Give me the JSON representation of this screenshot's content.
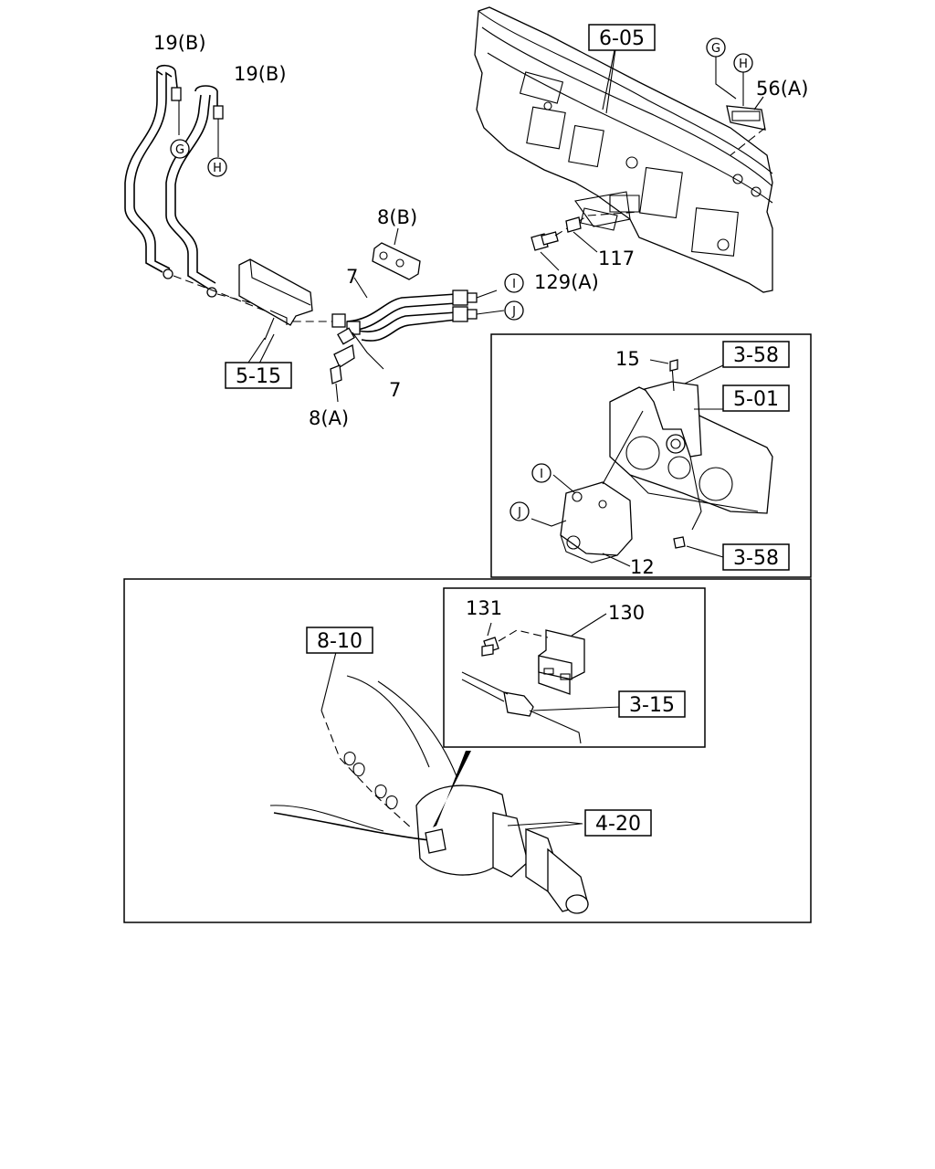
{
  "labels": {
    "p19b_1": "19(B)",
    "p19b_2": "19(B)",
    "p56a": "56(A)",
    "p8b": "8(B)",
    "p7_top": "7",
    "p7_bottom": "7",
    "p117": "117",
    "p129a": "129(A)",
    "p8a": "8(A)",
    "p15": "15",
    "p12": "12",
    "p131": "131",
    "p130": "130"
  },
  "refs": {
    "r605": "6-05",
    "r515": "5-15",
    "r358_top": "3-58",
    "r501": "5-01",
    "r358_bottom": "3-58",
    "r810": "8-10",
    "r315": "3-15",
    "r420": "4-20"
  },
  "connectors": {
    "g1": "G",
    "h1": "H",
    "g2": "G",
    "h2": "H",
    "i1": "I",
    "j1": "J",
    "i2": "I",
    "j2": "J"
  }
}
